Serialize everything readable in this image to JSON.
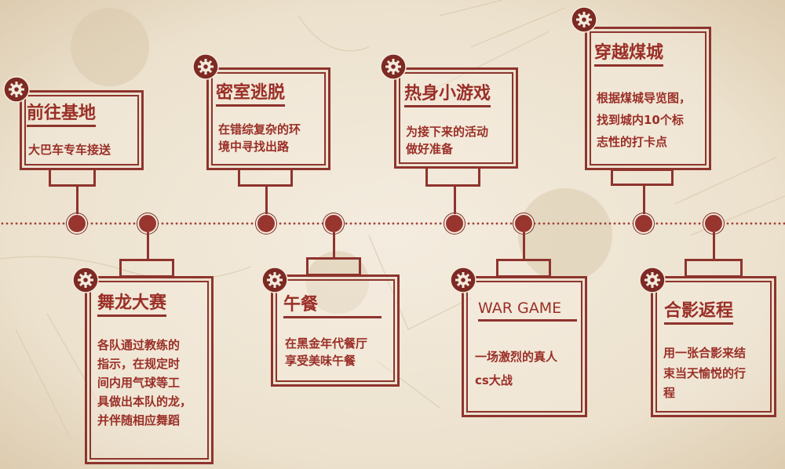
{
  "colors": {
    "accent": "#9a2f27",
    "line": "#8e342d",
    "background": "#efe5d4"
  },
  "events": [
    {
      "title": "前往基地",
      "desc": [
        "大巴车专车接送"
      ]
    },
    {
      "title": "舞龙大赛",
      "desc": [
        "各队通过教练的",
        "指示，在规定时",
        "间内用气球等工",
        "具做出本队的龙，",
        "并伴随相应舞蹈"
      ]
    },
    {
      "title": "密室逃脱",
      "desc": [
        "在错综复杂的环",
        "境中寻找出路"
      ]
    },
    {
      "title": "午餐",
      "desc": [
        "在黑金年代餐厅",
        "享受美味午餐"
      ]
    },
    {
      "title": "热身小游戏",
      "desc": [
        "为接下来的活动",
        "做好准备"
      ]
    },
    {
      "title": "WAR GAME",
      "desc": [
        "一场激烈的真人",
        "cs大战"
      ]
    },
    {
      "title": "穿越煤城",
      "desc": [
        "根据煤城导览图，",
        "找到城内10个标",
        "志性的打卡点"
      ]
    },
    {
      "title": "合影返程",
      "desc": [
        "用一张合影来结",
        "束当天愉悦的行",
        "程"
      ]
    }
  ]
}
